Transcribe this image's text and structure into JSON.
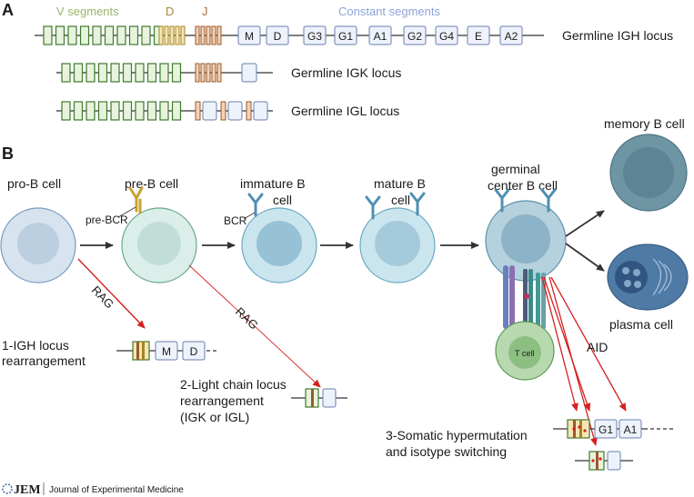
{
  "panel_a": {
    "label": "A",
    "header_v": "V segments",
    "header_d": "D",
    "header_j": "J",
    "header_const": "Constant segments",
    "igh_constants": [
      "M",
      "D",
      "G3",
      "G1",
      "A1",
      "G2",
      "G4",
      "E",
      "A2"
    ],
    "igh_title": "Germline IGH locus",
    "igk_title": "Germline IGK locus",
    "igl_title": "Germline IGL locus"
  },
  "panel_b": {
    "label": "B",
    "stages": {
      "pro_b": "pro-B cell",
      "pre_b": "pre-B cell",
      "immature_1": "immature B",
      "immature_2": "cell",
      "mature_1": "mature B",
      "mature_2": "cell",
      "germinal_1": "germinal",
      "germinal_2": "center B cell",
      "memory": "memory B cell",
      "plasma": "plasma cell"
    },
    "receptor_pre_bcr": "pre-BCR",
    "receptor_bcr": "BCR",
    "t_cell": "T cell",
    "rag_1": "RAG",
    "rag_2": "RAG",
    "aid": "AID",
    "step1_line1": "1-IGH locus",
    "step1_line2": "rearrangement",
    "step1_constants": [
      "M",
      "D"
    ],
    "step2_line1": "2-Light chain locus",
    "step2_line2": "rearrangement",
    "step2_line3": "(IGK or IGL)",
    "step3_line1": "3-Somatic hypermutation",
    "step3_line2": "and isotype switching",
    "step3_constants": [
      "G1",
      "A1"
    ]
  },
  "footer": {
    "logo": "JEM",
    "journal": "Journal of Experimental Medicine"
  },
  "colors": {
    "v_segment": "#3f7a2e",
    "d_segment": "#a6851f",
    "j_segment": "#9a5a2a",
    "constant": "#6a7fae",
    "header_v": "#9ab56a",
    "header_d": "#a88a3a",
    "header_j": "#b0703a",
    "header_const": "#8fa3d8",
    "rag_arrow": "#d42020"
  }
}
